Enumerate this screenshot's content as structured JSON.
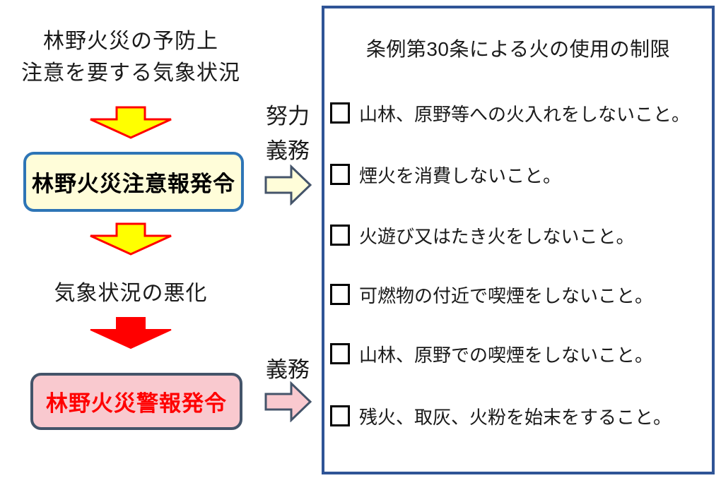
{
  "diagram": {
    "condition_line1": "林野火災の予防上",
    "condition_line2": "注意を要する気象状況",
    "advisory_box_label": "林野火災注意報発令",
    "worsening_label": "気象状況の悪化",
    "warning_box_label": "林野火災警報発令",
    "effort_label_line1": "努力",
    "effort_label_line2": "義務",
    "duty_label": "義務"
  },
  "panel": {
    "title": "条例第30条による火の使用の制限",
    "items": [
      "山林、原野等への火入れをしないこと。",
      "煙火を消費しないこと。",
      "火遊び又はたき火をしないこと。",
      "可燃物の付近で喫煙をしないこと。",
      "山林、原野での喫煙をしないこと。",
      "残火、取灰、火粉を始末をすること。"
    ]
  },
  "colors": {
    "yellow_arrow_fill": "#ffff00",
    "yellow_arrow_border": "#ff0000",
    "red_arrow_fill": "#ff0000",
    "advisory_box_fill": "#fffdd9",
    "advisory_box_border": "#2e75b6",
    "warning_box_fill": "#f9c9cf",
    "warning_box_border": "#44546a",
    "warning_text": "#ff0000",
    "effort_arrow_fill": "#fffdd9",
    "duty_arrow_fill": "#f9c9cf",
    "arrow_outline": "#44546a",
    "panel_border": "#2f5496"
  }
}
